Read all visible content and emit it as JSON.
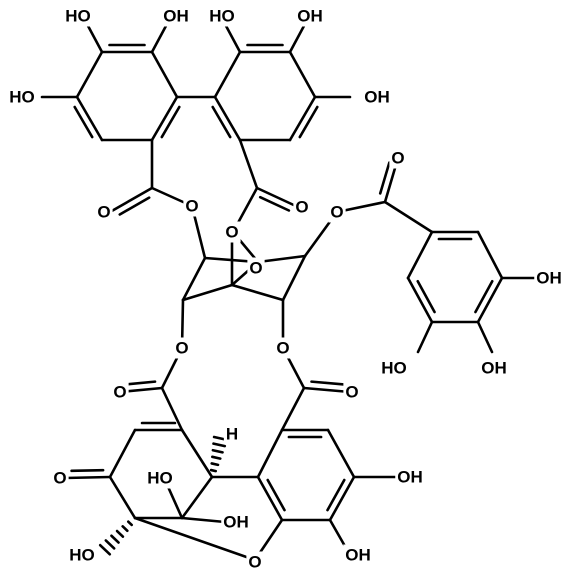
{
  "diagram": {
    "type": "skeletal-chemical-structure",
    "line_color": "#000000",
    "background": "#ffffff",
    "labels": {
      "hydroxyl": "OH",
      "hydroxyl_left": "HO",
      "oxygen": "O",
      "hydrogen": "H"
    }
  }
}
